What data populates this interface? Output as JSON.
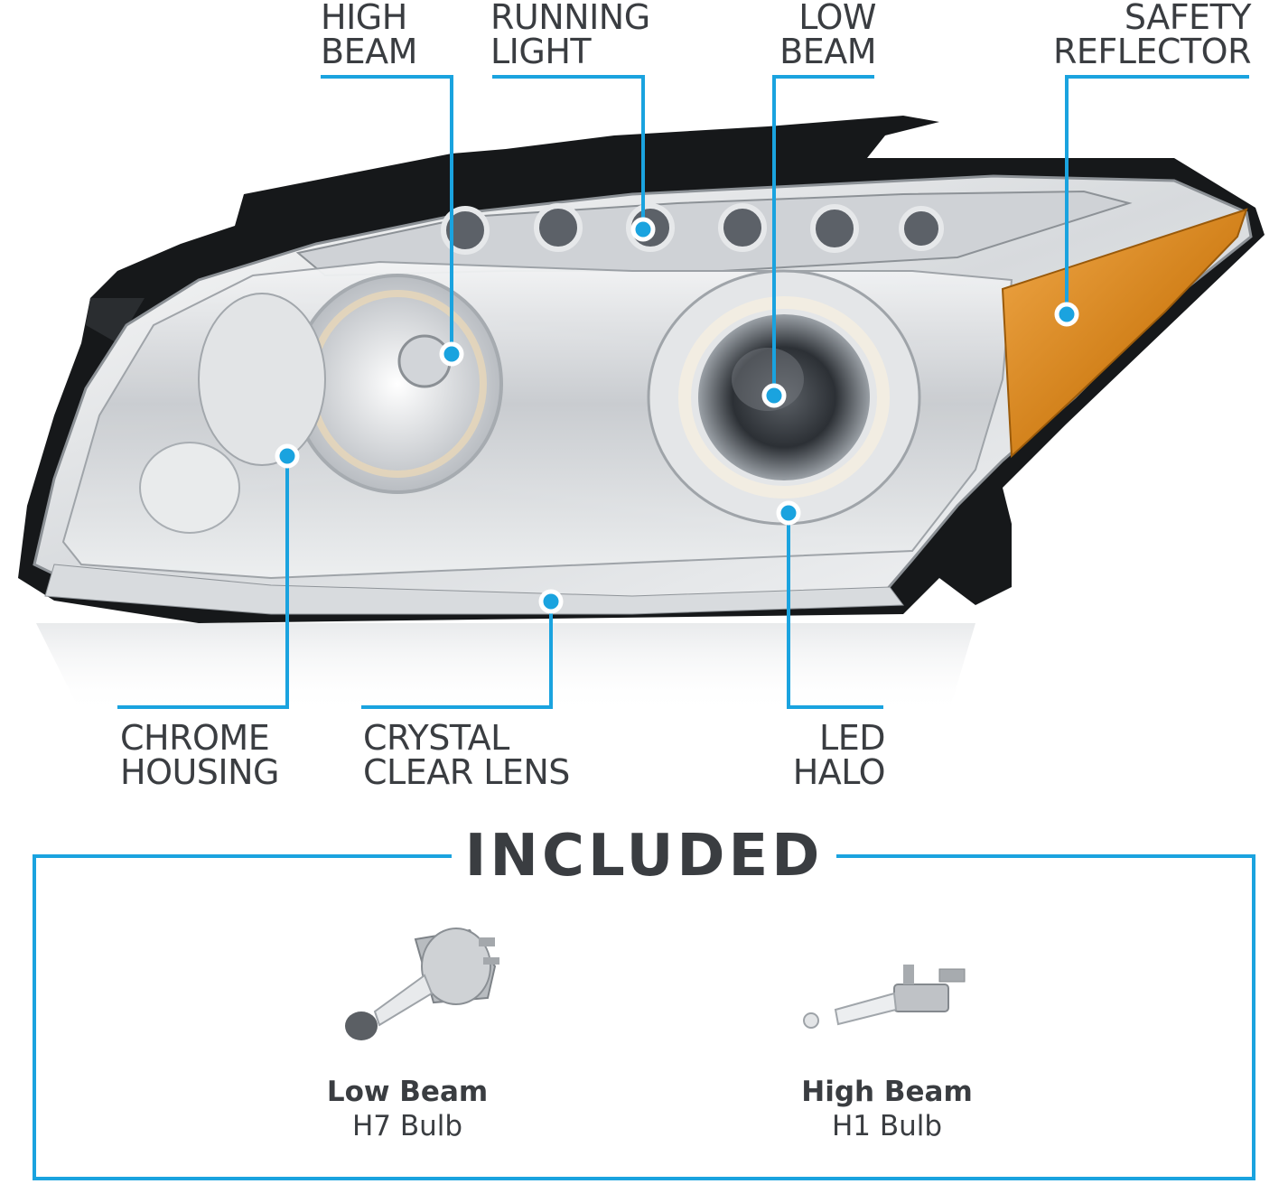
{
  "accent_color": "#1aa3df",
  "amber_color": "#d98a1c",
  "callouts": {
    "high_beam": [
      "HIGH",
      "BEAM"
    ],
    "running_light": [
      "RUNNING",
      "LIGHT"
    ],
    "low_beam": [
      "LOW",
      "BEAM"
    ],
    "safety_reflector": [
      "SAFETY",
      "REFLECTOR"
    ],
    "chrome_housing": [
      "CHROME",
      "HOUSING"
    ],
    "crystal_clear_lens": [
      "CRYSTAL",
      "CLEAR LENS"
    ],
    "led_halo": [
      "LED",
      "HALO"
    ]
  },
  "included": {
    "title": "INCLUDED",
    "bulbs": [
      {
        "name": "Low Beam",
        "type": "H7 Bulb",
        "icon": "h7-bulb-icon"
      },
      {
        "name": "High Beam",
        "type": "H1 Bulb",
        "icon": "h1-bulb-icon"
      }
    ]
  }
}
